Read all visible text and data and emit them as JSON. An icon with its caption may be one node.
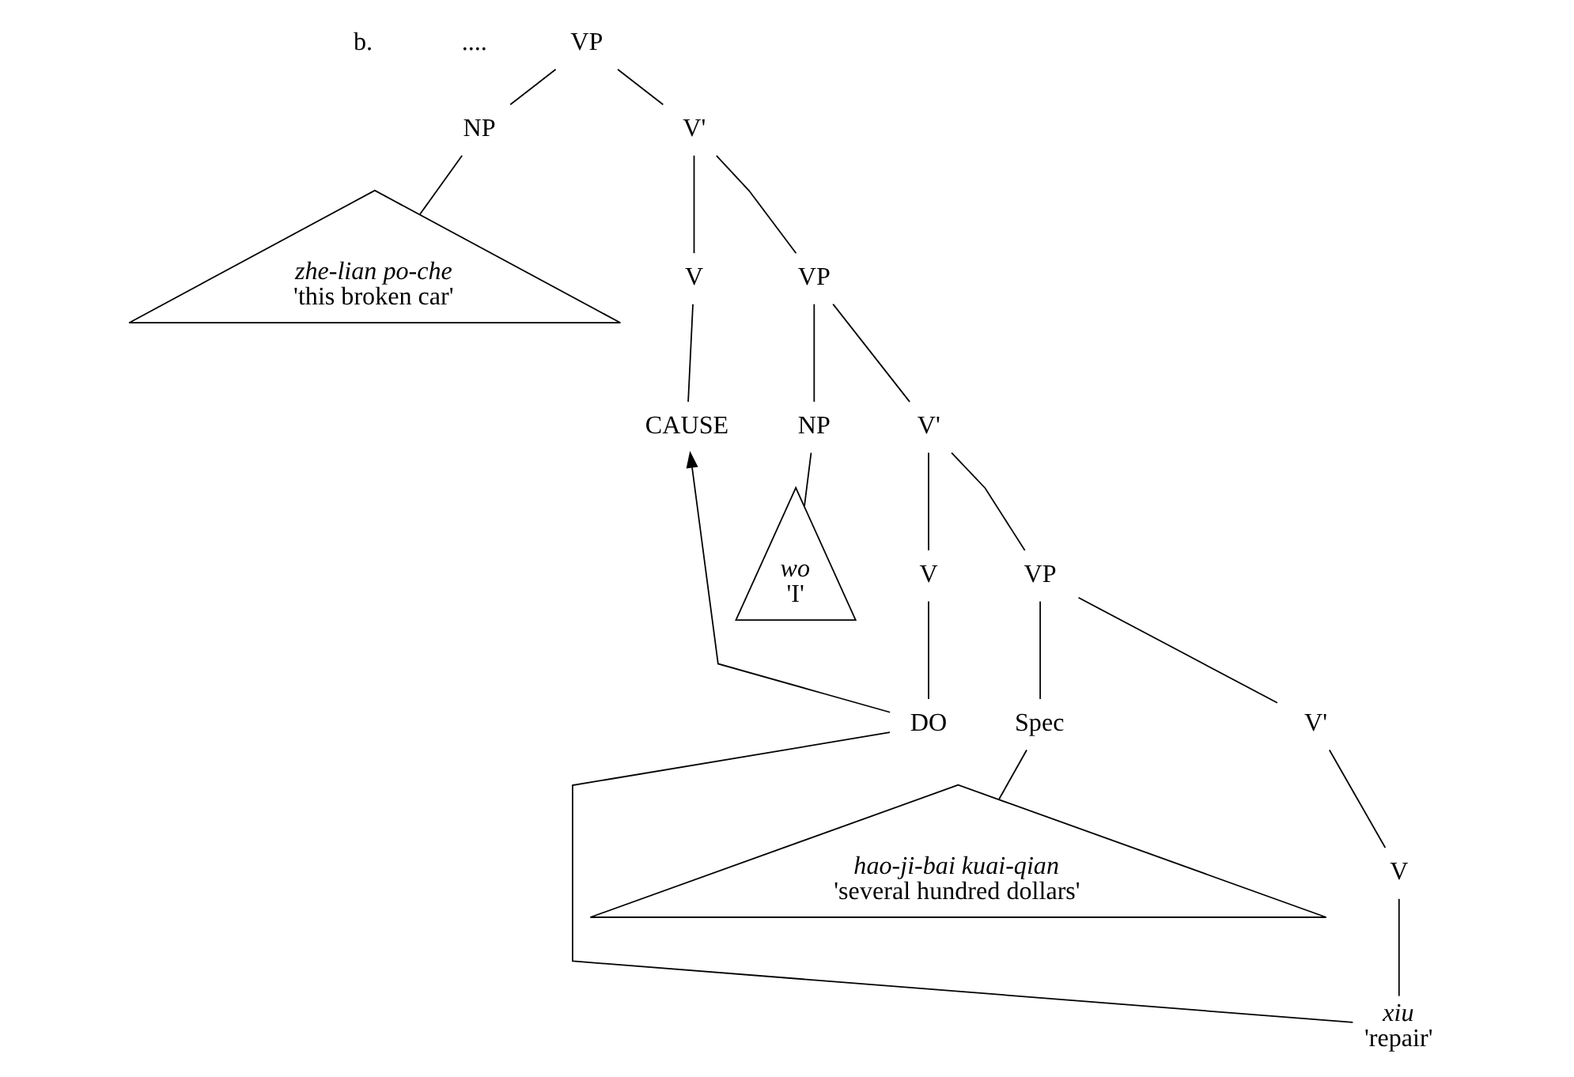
{
  "diagram": {
    "nodes": [
      {
        "text": [
          "VP"
        ]
      },
      {
        "text": [
          "NP"
        ]
      },
      {
        "text": [
          "V'"
        ]
      },
      {
        "text": [
          "zhe-lian po-che",
          "'this broken car'"
        ]
      },
      {
        "text": [
          "V"
        ]
      },
      {
        "text": [
          "VP"
        ]
      },
      {
        "text": [
          "CAUSE"
        ]
      },
      {
        "text": [
          "NP"
        ]
      },
      {
        "text": [
          "V'"
        ]
      },
      {
        "text": [
          "wo",
          "'I'"
        ]
      },
      {
        "text": [
          "V"
        ]
      },
      {
        "text": [
          "VP"
        ]
      },
      {
        "text": [
          "DO"
        ]
      },
      {
        "text": [
          "Spec"
        ]
      },
      {
        "text": [
          "V'"
        ]
      },
      {
        "text": [
          "hao-ji-bai kuai-qian",
          "'several hundred dollars'"
        ]
      },
      {
        "text": [
          "V"
        ]
      },
      {
        "text": [
          "xiu",
          "'repair'"
        ]
      }
    ],
    "edges": [
      {
        "from": 0,
        "to": 1,
        "arrow": "none"
      },
      {
        "from": 0,
        "to": 2,
        "arrow": "none"
      },
      {
        "from": 1,
        "to": 3,
        "arrow": "none"
      },
      {
        "from": 2,
        "to": 4,
        "arrow": "none"
      },
      {
        "from": 2,
        "to": 5,
        "arrow": "none"
      },
      {
        "from": 4,
        "to": 6,
        "arrow": "none"
      },
      {
        "from": 5,
        "to": 7,
        "arrow": "none"
      },
      {
        "from": 5,
        "to": 8,
        "arrow": "none"
      },
      {
        "from": 7,
        "to": 9,
        "arrow": "none"
      },
      {
        "from": 8,
        "to": 10,
        "arrow": "none"
      },
      {
        "from": 8,
        "to": 11,
        "arrow": "none"
      },
      {
        "from": 10,
        "to": 12,
        "arrow": "none"
      },
      {
        "from": 11,
        "to": 13,
        "arrow": "none"
      },
      {
        "from": 11,
        "to": 14,
        "arrow": "none"
      },
      {
        "from": 13,
        "to": 15,
        "arrow": "none"
      },
      {
        "from": 14,
        "to": 16,
        "arrow": "none"
      },
      {
        "from": 16,
        "to": 17,
        "arrow": "none"
      },
      {
        "from": 12,
        "to": 6,
        "arrow": "to"
      },
      {
        "from": 17,
        "to": 12,
        "arrow": "none"
      }
    ],
    "labels": [
      "b.",
      "...."
    ]
  }
}
